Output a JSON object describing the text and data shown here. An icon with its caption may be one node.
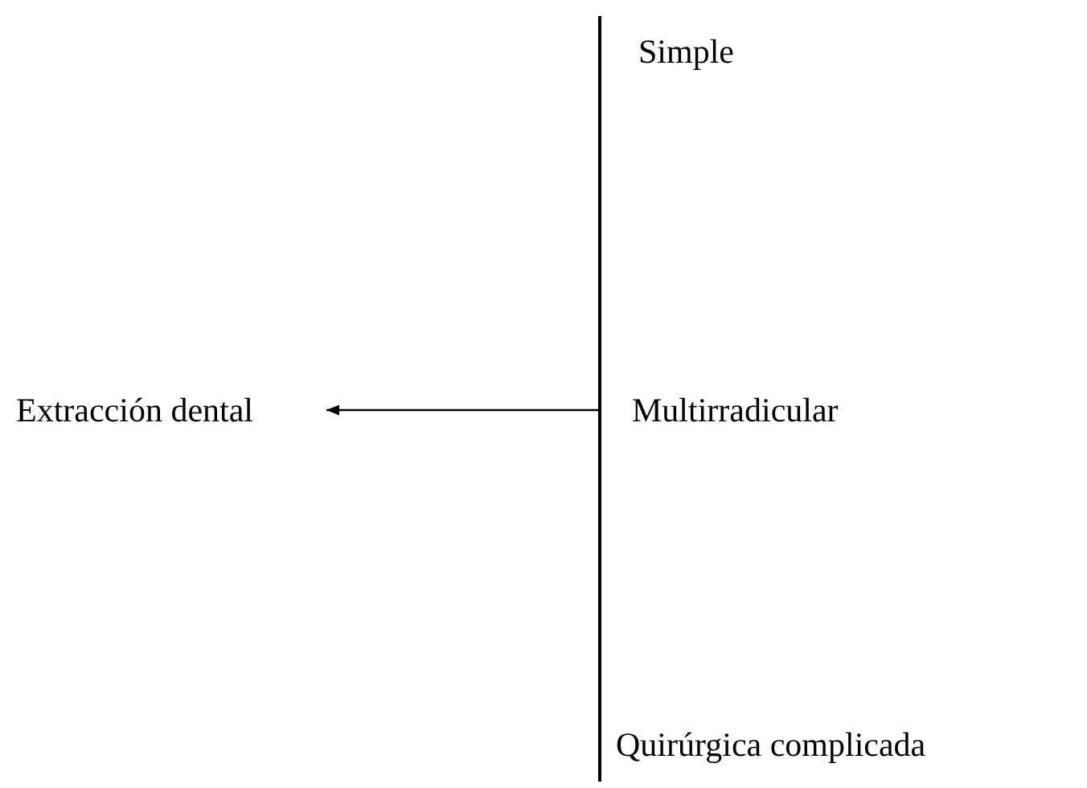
{
  "diagram": {
    "nodes": [
      {
        "text": [
          "Extracción dental"
        ]
      },
      {
        "text": [],
        "shape": "bar"
      }
    ],
    "edges": [
      {
        "from": 1,
        "to": 0,
        "arrow": "to"
      }
    ],
    "labels": [
      "Simple",
      "Multirradicular",
      "Quirúrgica complicada"
    ]
  }
}
